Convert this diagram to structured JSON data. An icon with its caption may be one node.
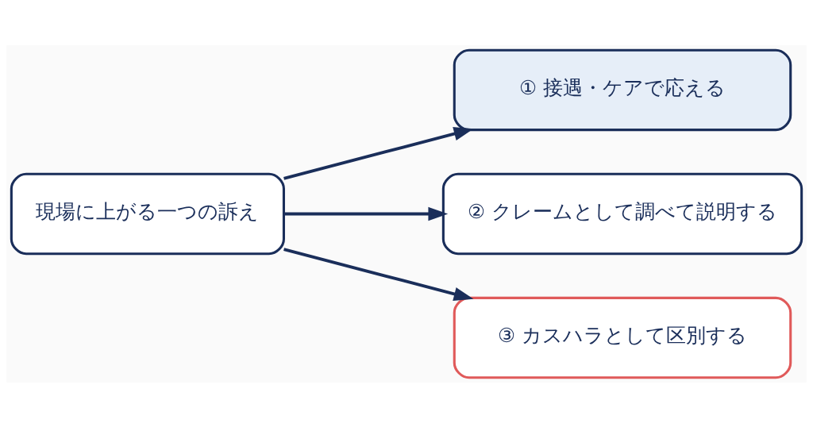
{
  "diagram": {
    "nodes": [
      {
        "text": [
          "現場に上がる一つの訴え"
        ]
      },
      {
        "text": [
          "① 接遇・ケアで応える"
        ]
      },
      {
        "text": [
          "② クレームとして調べて説明する"
        ]
      },
      {
        "text": [
          "③ カスハラとして区別する"
        ]
      }
    ],
    "edges": [
      {
        "from": 0,
        "to": 1,
        "arrow": "to"
      },
      {
        "from": 0,
        "to": 2,
        "arrow": "to"
      },
      {
        "from": 0,
        "to": 3,
        "arrow": "to"
      }
    ]
  }
}
